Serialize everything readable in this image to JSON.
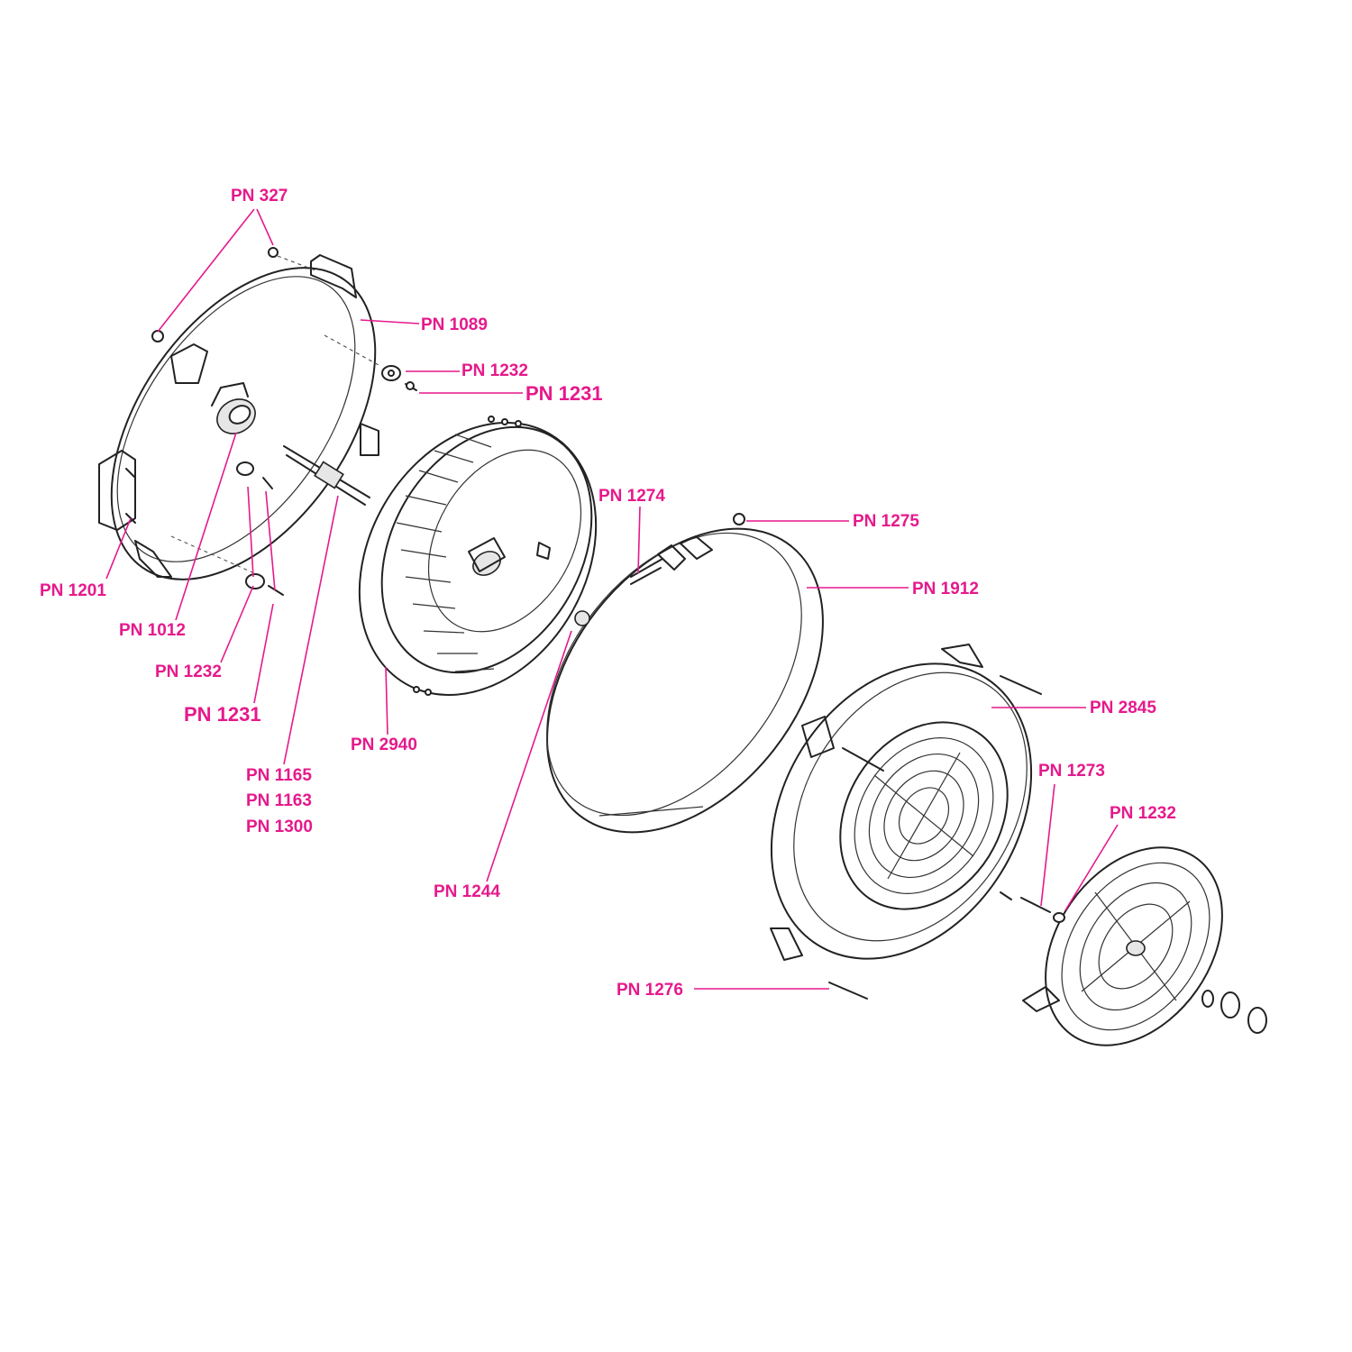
{
  "colors": {
    "label": "#e6198c",
    "line_art": "#222222",
    "background": "#ffffff"
  },
  "labels": {
    "pn327": "PN 327",
    "pn1089": "PN 1089",
    "pn1232_top": "PN 1232",
    "pn1231_top": "PN 1231",
    "pn1201": "PN 1201",
    "pn1012": "PN 1012",
    "pn1232_left": "PN 1232",
    "pn1231_left": "PN 1231",
    "pn2940": "PN 2940",
    "pn1165": "PN 1165",
    "pn1163": "PN 1163",
    "pn1300": "PN 1300",
    "pn1274": "PN 1274",
    "pn1275": "PN 1275",
    "pn1912": "PN 1912",
    "pn1244": "PN 1244",
    "pn2845": "PN 2845",
    "pn1273": "PN 1273",
    "pn1232_right": "PN 1232",
    "pn1276": "PN 1276"
  }
}
